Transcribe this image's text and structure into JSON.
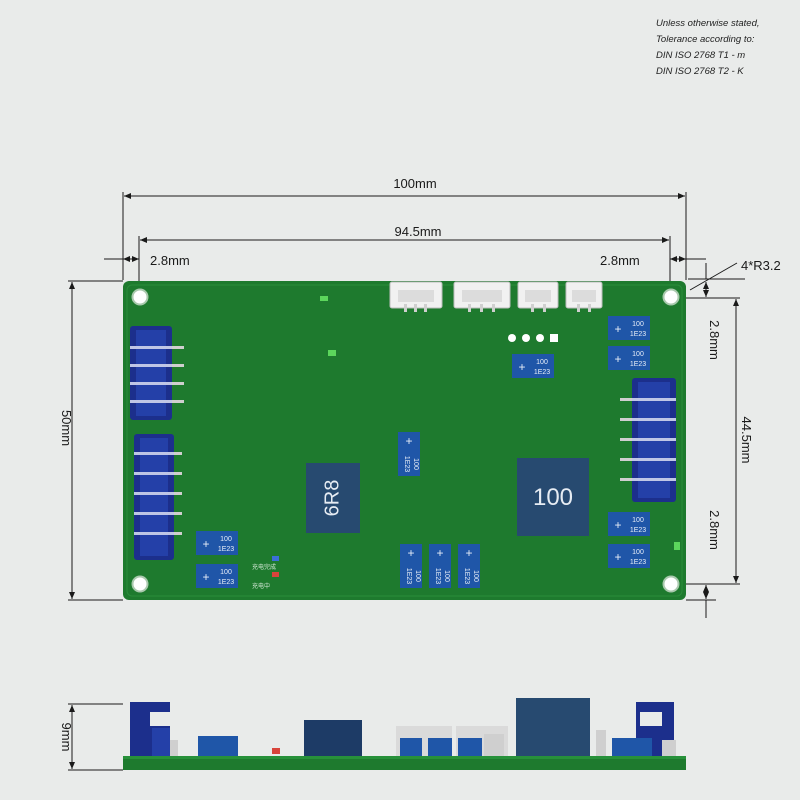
{
  "tolerance_note": [
    "Unless otherwise  stated,",
    "Tolerance according to:",
    "DIN ISO 2768 T1 - m",
    "DIN ISO 2768 T2 - K"
  ],
  "dimensions": {
    "overall_width": "100mm",
    "hole_spacing_x": "94.5mm",
    "offset_left": "2.8mm",
    "offset_right": "2.8mm",
    "hole_radius": "4*R3.2",
    "overall_height": "50mm",
    "hole_spacing_y": "44.5mm",
    "offset_top": "2.8mm",
    "offset_bottom": "2.8mm",
    "board_thickness": "9mm"
  },
  "components": {
    "inductor_small": "6R8",
    "inductor_large": "100",
    "capacitor_value": "100",
    "capacitor_code": "1E23",
    "capacitor_polarity": "+",
    "led_label_1": "充电完成",
    "led_label_2": "充电中"
  },
  "colors": {
    "background": "#e9ebea",
    "pcb": "#1e7a2e",
    "pcb_dark": "#176a25",
    "inductor": "#274a70",
    "capacitor": "#1f56a8",
    "connector_body": "#1c2f8c",
    "connector_white": "#f1f1f1",
    "dimension_line": "#1a1a1a"
  }
}
